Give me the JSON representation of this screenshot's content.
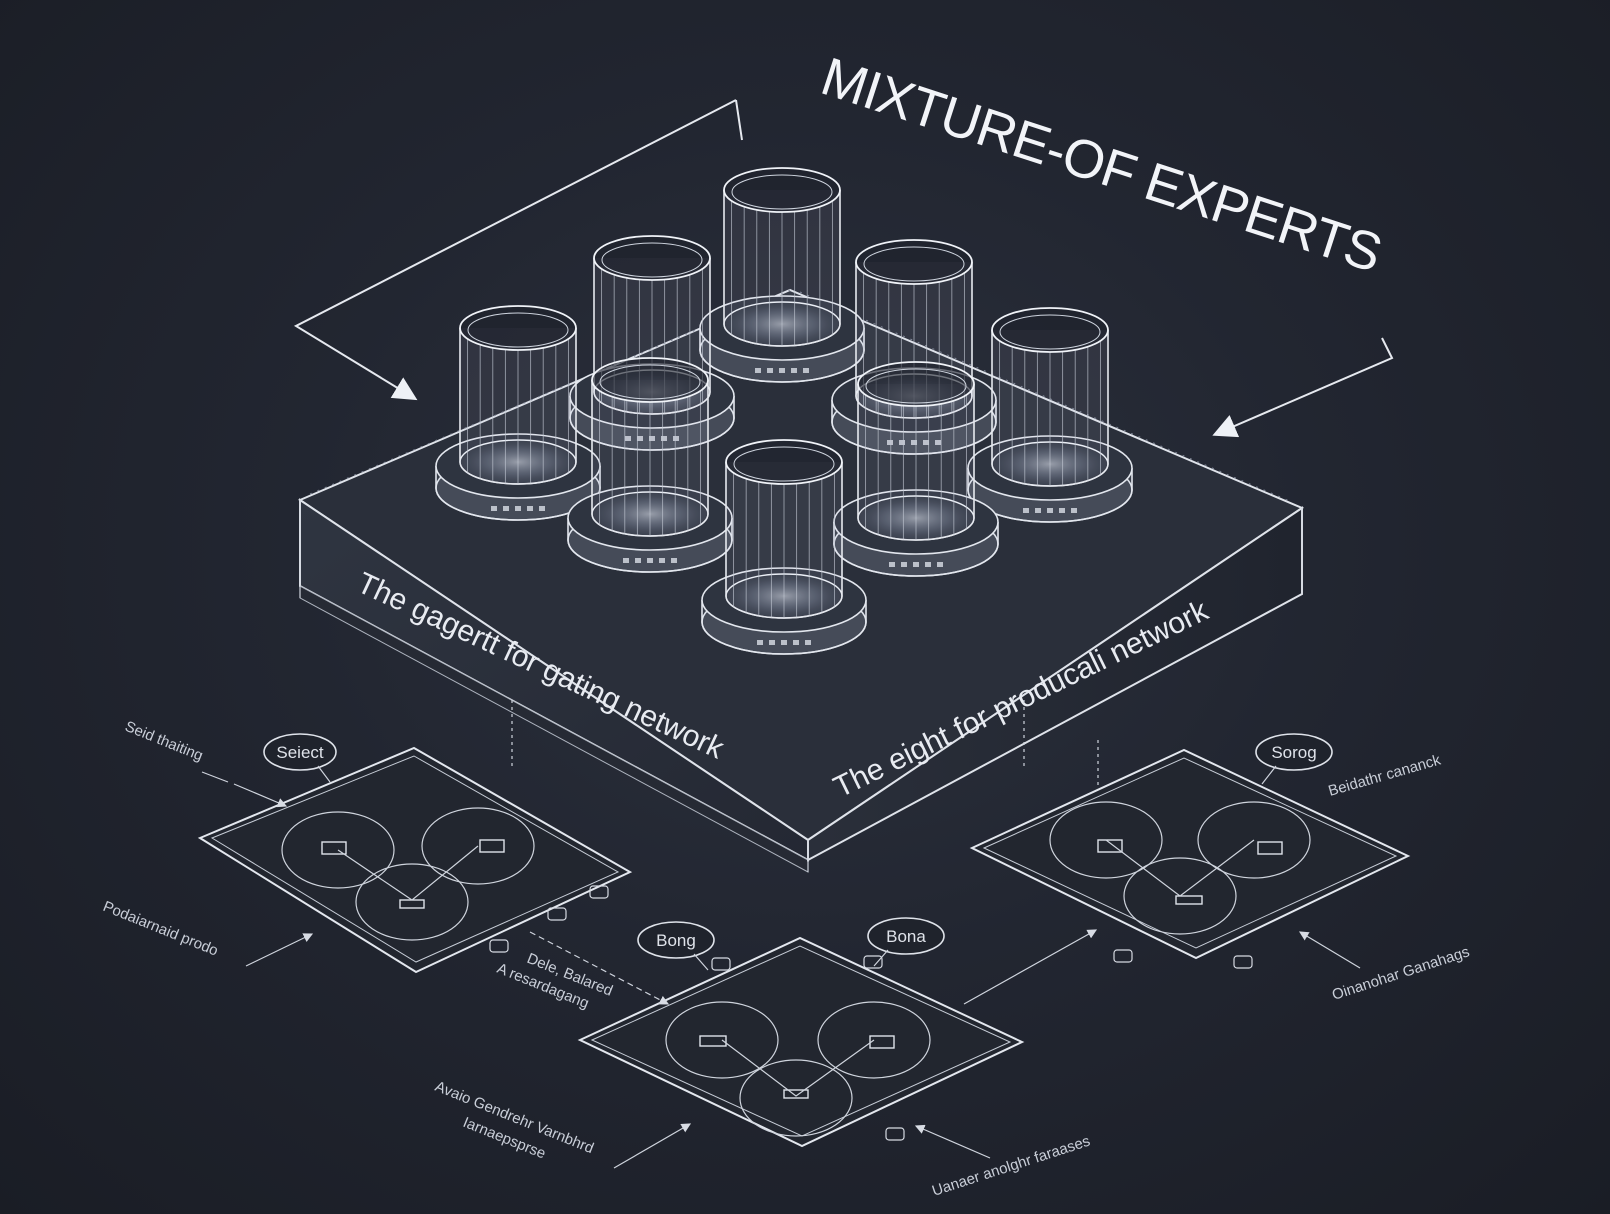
{
  "title": "MIXTURE-OF EXPERTS",
  "platform": {
    "left_face_label": "The gagertt for gating network",
    "right_face_label": "The eight for producali network"
  },
  "panels": [
    {
      "bubble": "Seiect",
      "labels": [
        "Seid thaiting",
        "Podaiarnaid prodo"
      ]
    },
    {
      "bubble": "Sorog",
      "labels": [
        "Beidathr cananck",
        "Oinanohar Ganahags"
      ]
    },
    {
      "bubble_left": "Bong",
      "bubble_right": "Bona",
      "labels": [
        "Dele, Balared",
        "A resardagang",
        "Avaio Gendrehr Varnbhrd",
        "Iarnaepsprse",
        "Uanaer anolghr faraases"
      ]
    }
  ],
  "experts_count_shown": 8
}
